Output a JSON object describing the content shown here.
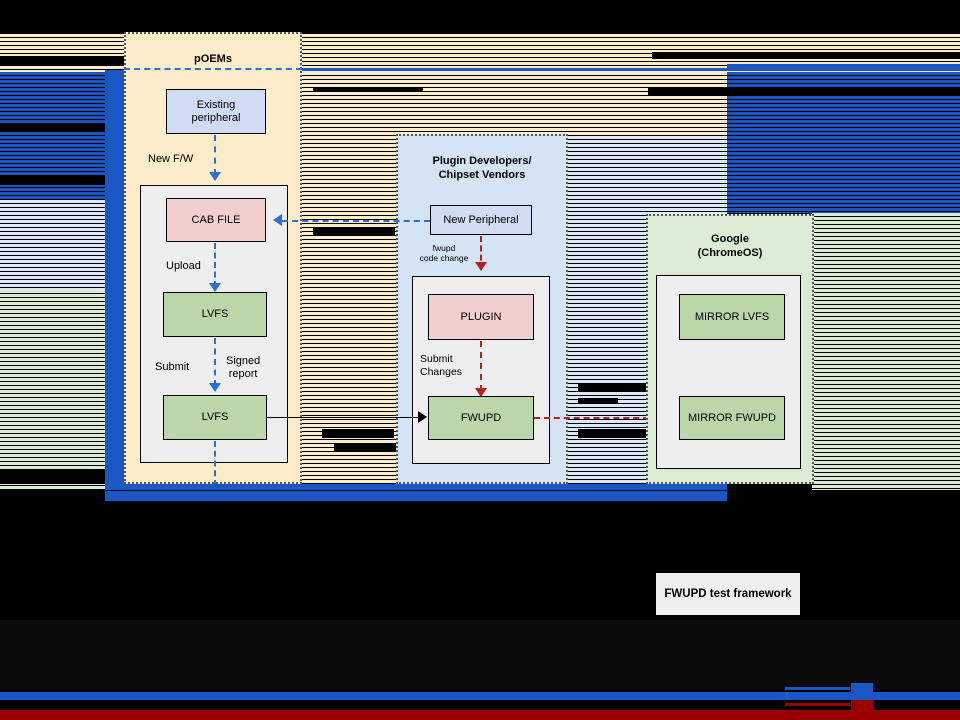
{
  "diagram": {
    "title_hidden": "fwupd / LVFS firmware update flow",
    "groups": [
      {
        "id": "poems",
        "title": "pOEMs"
      },
      {
        "id": "plugin",
        "title": "Plugin Developers/\nChipset Vendors"
      },
      {
        "id": "google",
        "title": "Google\n(ChromeOS)"
      }
    ],
    "nodes": [
      {
        "id": "existing-peripheral",
        "label": "Existing\nperipheral",
        "kind": "blue"
      },
      {
        "id": "cab-file",
        "label": "CAB FILE",
        "kind": "pink"
      },
      {
        "id": "lvfs-upload",
        "label": "LVFS",
        "kind": "green"
      },
      {
        "id": "lvfs-submit",
        "label": "LVFS",
        "kind": "green"
      },
      {
        "id": "new-peripheral",
        "label": "New Peripheral",
        "kind": "blue"
      },
      {
        "id": "plugin",
        "label": "PLUGIN",
        "kind": "pink"
      },
      {
        "id": "fwupd",
        "label": "FWUPD",
        "kind": "green"
      },
      {
        "id": "mirror-lvfs",
        "label": "MIRROR LVFS",
        "kind": "green"
      },
      {
        "id": "mirror-fwupd",
        "label": "MIRROR FWUPD",
        "kind": "green"
      },
      {
        "id": "fwupd-test-framework",
        "label": "FWUPD test framework",
        "kind": "gray"
      }
    ],
    "edge_labels": [
      {
        "id": "new-fw",
        "text": "New F/W"
      },
      {
        "id": "upload",
        "text": "Upload"
      },
      {
        "id": "submit",
        "text": "Submit"
      },
      {
        "id": "signed-report",
        "text": "Signed\nreport"
      },
      {
        "id": "fwupd-code-change",
        "text": "fwupd\ncode change"
      },
      {
        "id": "submit-changes",
        "text": "Submit\nChanges"
      }
    ],
    "colors": {
      "group_poems_bg": "#fcecc9",
      "group_plugin_bg": "#d4e4f5",
      "group_google_bg": "#dcecd4",
      "node_blue": "#cfdcf2",
      "node_pink": "#f2cfcf",
      "node_green": "#b9d7a8",
      "node_gray": "#efefef",
      "arrow_blue": "#2f6fd0",
      "arrow_red": "#b22222",
      "arrow_black": "#000000",
      "glitch_blue": "#1a56c4",
      "glitch_red": "#9b0000",
      "background": "#000000"
    }
  }
}
